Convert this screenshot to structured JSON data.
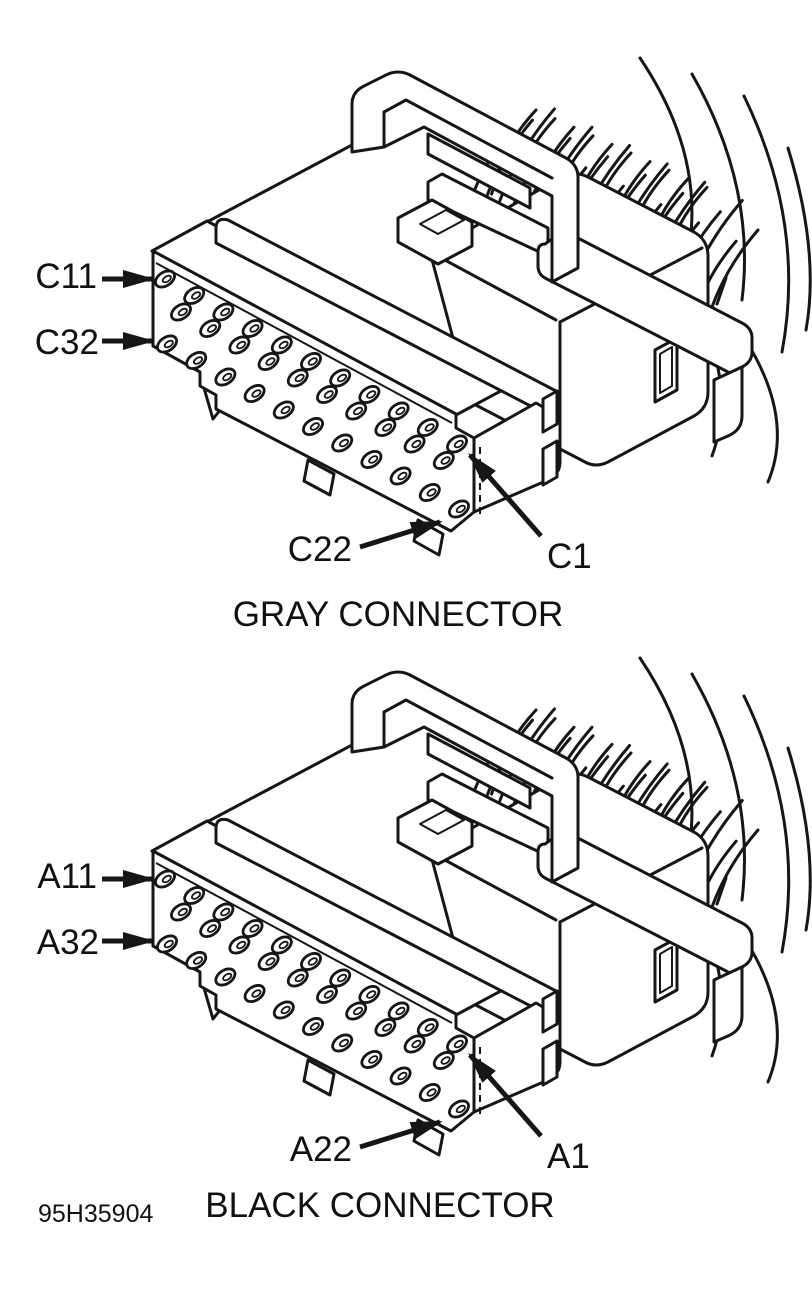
{
  "figure": {
    "part_number": "95H35904"
  },
  "connectors": [
    {
      "name": "gray-connector",
      "caption": "GRAY CONNECTOR",
      "pin_labels": {
        "row1_left": "C11",
        "row3_left": "C32",
        "row3_right": "C22",
        "row1_right": "C1"
      }
    },
    {
      "name": "black-connector",
      "caption": "BLACK CONNECTOR",
      "pin_labels": {
        "row1_left": "A11",
        "row3_left": "A32",
        "row3_right": "A22",
        "row1_right": "A1"
      }
    }
  ]
}
